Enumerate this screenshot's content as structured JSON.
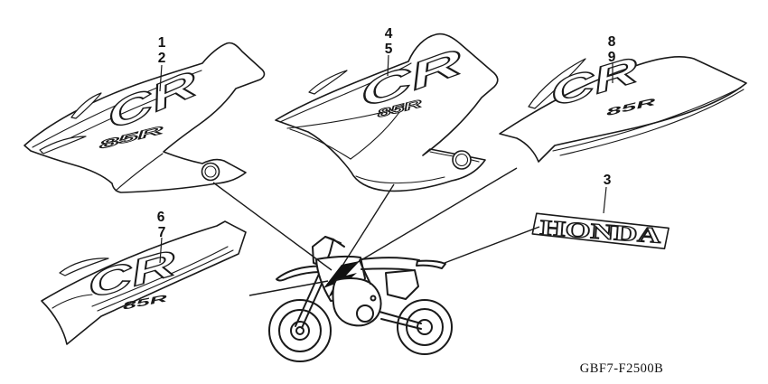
{
  "diagram": {
    "code": "GBF7-F2500B",
    "emblem_text": "HONDA",
    "logo_main": "CR",
    "logo_sub": "85R",
    "refs": {
      "shroud_left": [
        "1",
        "2"
      ],
      "shroud_center": [
        "4",
        "5"
      ],
      "stripe_right": [
        "8",
        "9"
      ],
      "honda_emblem": [
        "3"
      ],
      "stripe_left": [
        "6",
        "7"
      ]
    }
  }
}
